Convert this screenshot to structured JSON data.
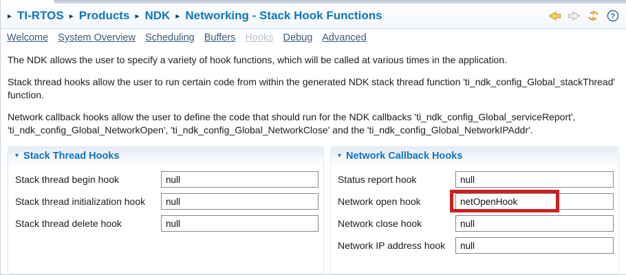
{
  "breadcrumb": {
    "items": [
      "TI-RTOS",
      "Products",
      "NDK",
      "Networking - Stack Hook Functions"
    ]
  },
  "toolbar": {
    "icons": [
      {
        "name": "back-icon",
        "glyph": "gold left arrow"
      },
      {
        "name": "forward-icon",
        "glyph": "gray right arrow"
      },
      {
        "name": "sync-icon",
        "glyph": "gold double curved arrows"
      },
      {
        "name": "help-icon",
        "glyph": "question mark in circle"
      }
    ]
  },
  "nav": {
    "links": [
      {
        "label": "Welcome",
        "enabled": true
      },
      {
        "label": "System Overview",
        "enabled": true
      },
      {
        "label": "Scheduling",
        "enabled": true
      },
      {
        "label": "Buffers",
        "enabled": true
      },
      {
        "label": "Hooks",
        "enabled": false
      },
      {
        "label": "Debug",
        "enabled": true
      },
      {
        "label": "Advanced",
        "enabled": true
      }
    ]
  },
  "intro": {
    "paragraphs": [
      "The NDK allows the user to specify a variety of hook functions, which will be called at various times in the application.",
      "Stack thread hooks allow the user to run certain code from within the generated NDK stack thread function 'ti_ndk_config_Global_stackThread' function.",
      "Network callback hooks allow the user to define the code that should run for the NDK callbacks 'ti_ndk_config_Global_serviceReport', 'ti_ndk_config_Global_NetworkOpen', 'ti_ndk_config_Global_NetworkClose' and the 'ti_ndk_config_Global_NetworkIPAddr'."
    ]
  },
  "panels": [
    {
      "title": "Stack Thread Hooks",
      "fields": [
        {
          "label": "Stack thread begin hook",
          "value": "null",
          "highlighted": false
        },
        {
          "label": "Stack thread initialization hook",
          "value": "null",
          "highlighted": false
        },
        {
          "label": "Stack thread delete hook",
          "value": "null",
          "highlighted": false
        }
      ]
    },
    {
      "title": "Network Callback Hooks",
      "fields": [
        {
          "label": "Status report hook",
          "value": "null",
          "highlighted": false
        },
        {
          "label": "Network open hook",
          "value": "netOpenHook",
          "highlighted": true
        },
        {
          "label": "Network close hook",
          "value": "null",
          "highlighted": false
        },
        {
          "label": "Network IP address hook",
          "value": "null",
          "highlighted": false
        }
      ]
    }
  ],
  "colors": {
    "accent_blue": "#0e75c2",
    "link": "#3e5a78",
    "link_disabled": "#b8c2ce",
    "highlight_red": "#cd1f1f",
    "toolbar_gold": "#e9b02e",
    "header_border": "#c2d8eb"
  }
}
